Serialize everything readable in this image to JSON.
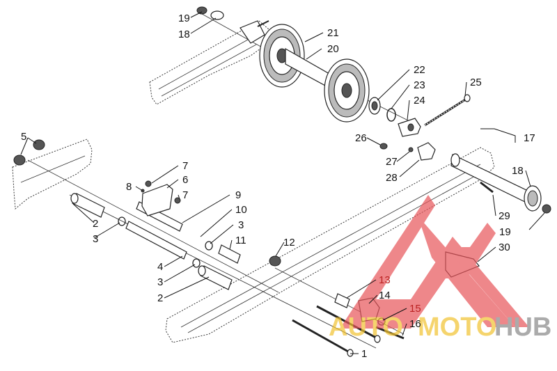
{
  "diagram": {
    "callouts": [
      {
        "id": "c19a",
        "text": "19"
      },
      {
        "id": "c18a",
        "text": "18"
      },
      {
        "id": "c21",
        "text": "21"
      },
      {
        "id": "c20",
        "text": "20"
      },
      {
        "id": "c22",
        "text": "22"
      },
      {
        "id": "c25",
        "text": "25"
      },
      {
        "id": "c23",
        "text": "23"
      },
      {
        "id": "c24",
        "text": "24"
      },
      {
        "id": "c17",
        "text": "17"
      },
      {
        "id": "c5",
        "text": "5"
      },
      {
        "id": "c26",
        "text": "26"
      },
      {
        "id": "c27",
        "text": "27"
      },
      {
        "id": "c28",
        "text": "28"
      },
      {
        "id": "c18b",
        "text": "18"
      },
      {
        "id": "c7a",
        "text": "7"
      },
      {
        "id": "c6",
        "text": "6"
      },
      {
        "id": "c8",
        "text": "8"
      },
      {
        "id": "c7b",
        "text": "7"
      },
      {
        "id": "c9",
        "text": "9"
      },
      {
        "id": "c10",
        "text": "10"
      },
      {
        "id": "c29",
        "text": "29"
      },
      {
        "id": "c2a",
        "text": "2"
      },
      {
        "id": "c3a",
        "text": "3"
      },
      {
        "id": "c3b",
        "text": "3"
      },
      {
        "id": "c19b",
        "text": "19"
      },
      {
        "id": "c11",
        "text": "11"
      },
      {
        "id": "c12",
        "text": "12"
      },
      {
        "id": "c30",
        "text": "30"
      },
      {
        "id": "c4",
        "text": "4"
      },
      {
        "id": "c3c",
        "text": "3"
      },
      {
        "id": "c13",
        "text": "13"
      },
      {
        "id": "c14",
        "text": "14"
      },
      {
        "id": "c2b",
        "text": "2"
      },
      {
        "id": "c15",
        "text": "15"
      },
      {
        "id": "c16",
        "text": "16"
      },
      {
        "id": "c1",
        "text": "1"
      }
    ]
  },
  "watermark": {
    "part1": "AUTO",
    "part2": "MOTO",
    "part3": "HUB",
    "color_red": "#e8555a",
    "color_yellow": "#f2c230",
    "color_gray": "#888888"
  }
}
